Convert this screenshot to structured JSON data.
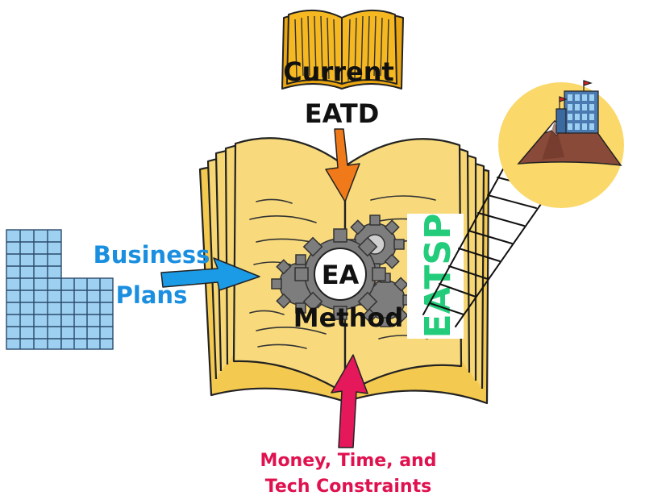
{
  "labels": {
    "current": "Current",
    "eatd": "EATD",
    "business_line1": "Business",
    "business_line2": "Plans",
    "ea": "EA",
    "method": "Method",
    "eatsp": "EATSP",
    "constraints_line1": "Money, Time, and",
    "constraints_line2": "Tech Constraints"
  },
  "colors": {
    "book_fill": "#f7d774",
    "book_cover": "#f3c94f",
    "top_book_fill": "#f5b820",
    "orange_arrow": "#f07a1a",
    "blue_arrow": "#1b9ae6",
    "red_arrow": "#e4185a",
    "business_text": "#1a8fe0",
    "constraints_text": "#e0114f",
    "eatsp_text": "#22cc7a",
    "gear": "#7d7d7d",
    "building_blue": "#9ed0f2",
    "sun": "#fbd86a",
    "mountain": "#8a4a3a"
  },
  "icons": [
    "open-book-icon",
    "gear-icon",
    "building-icon",
    "mountain-icon",
    "ladder-icon",
    "flag-icon"
  ]
}
